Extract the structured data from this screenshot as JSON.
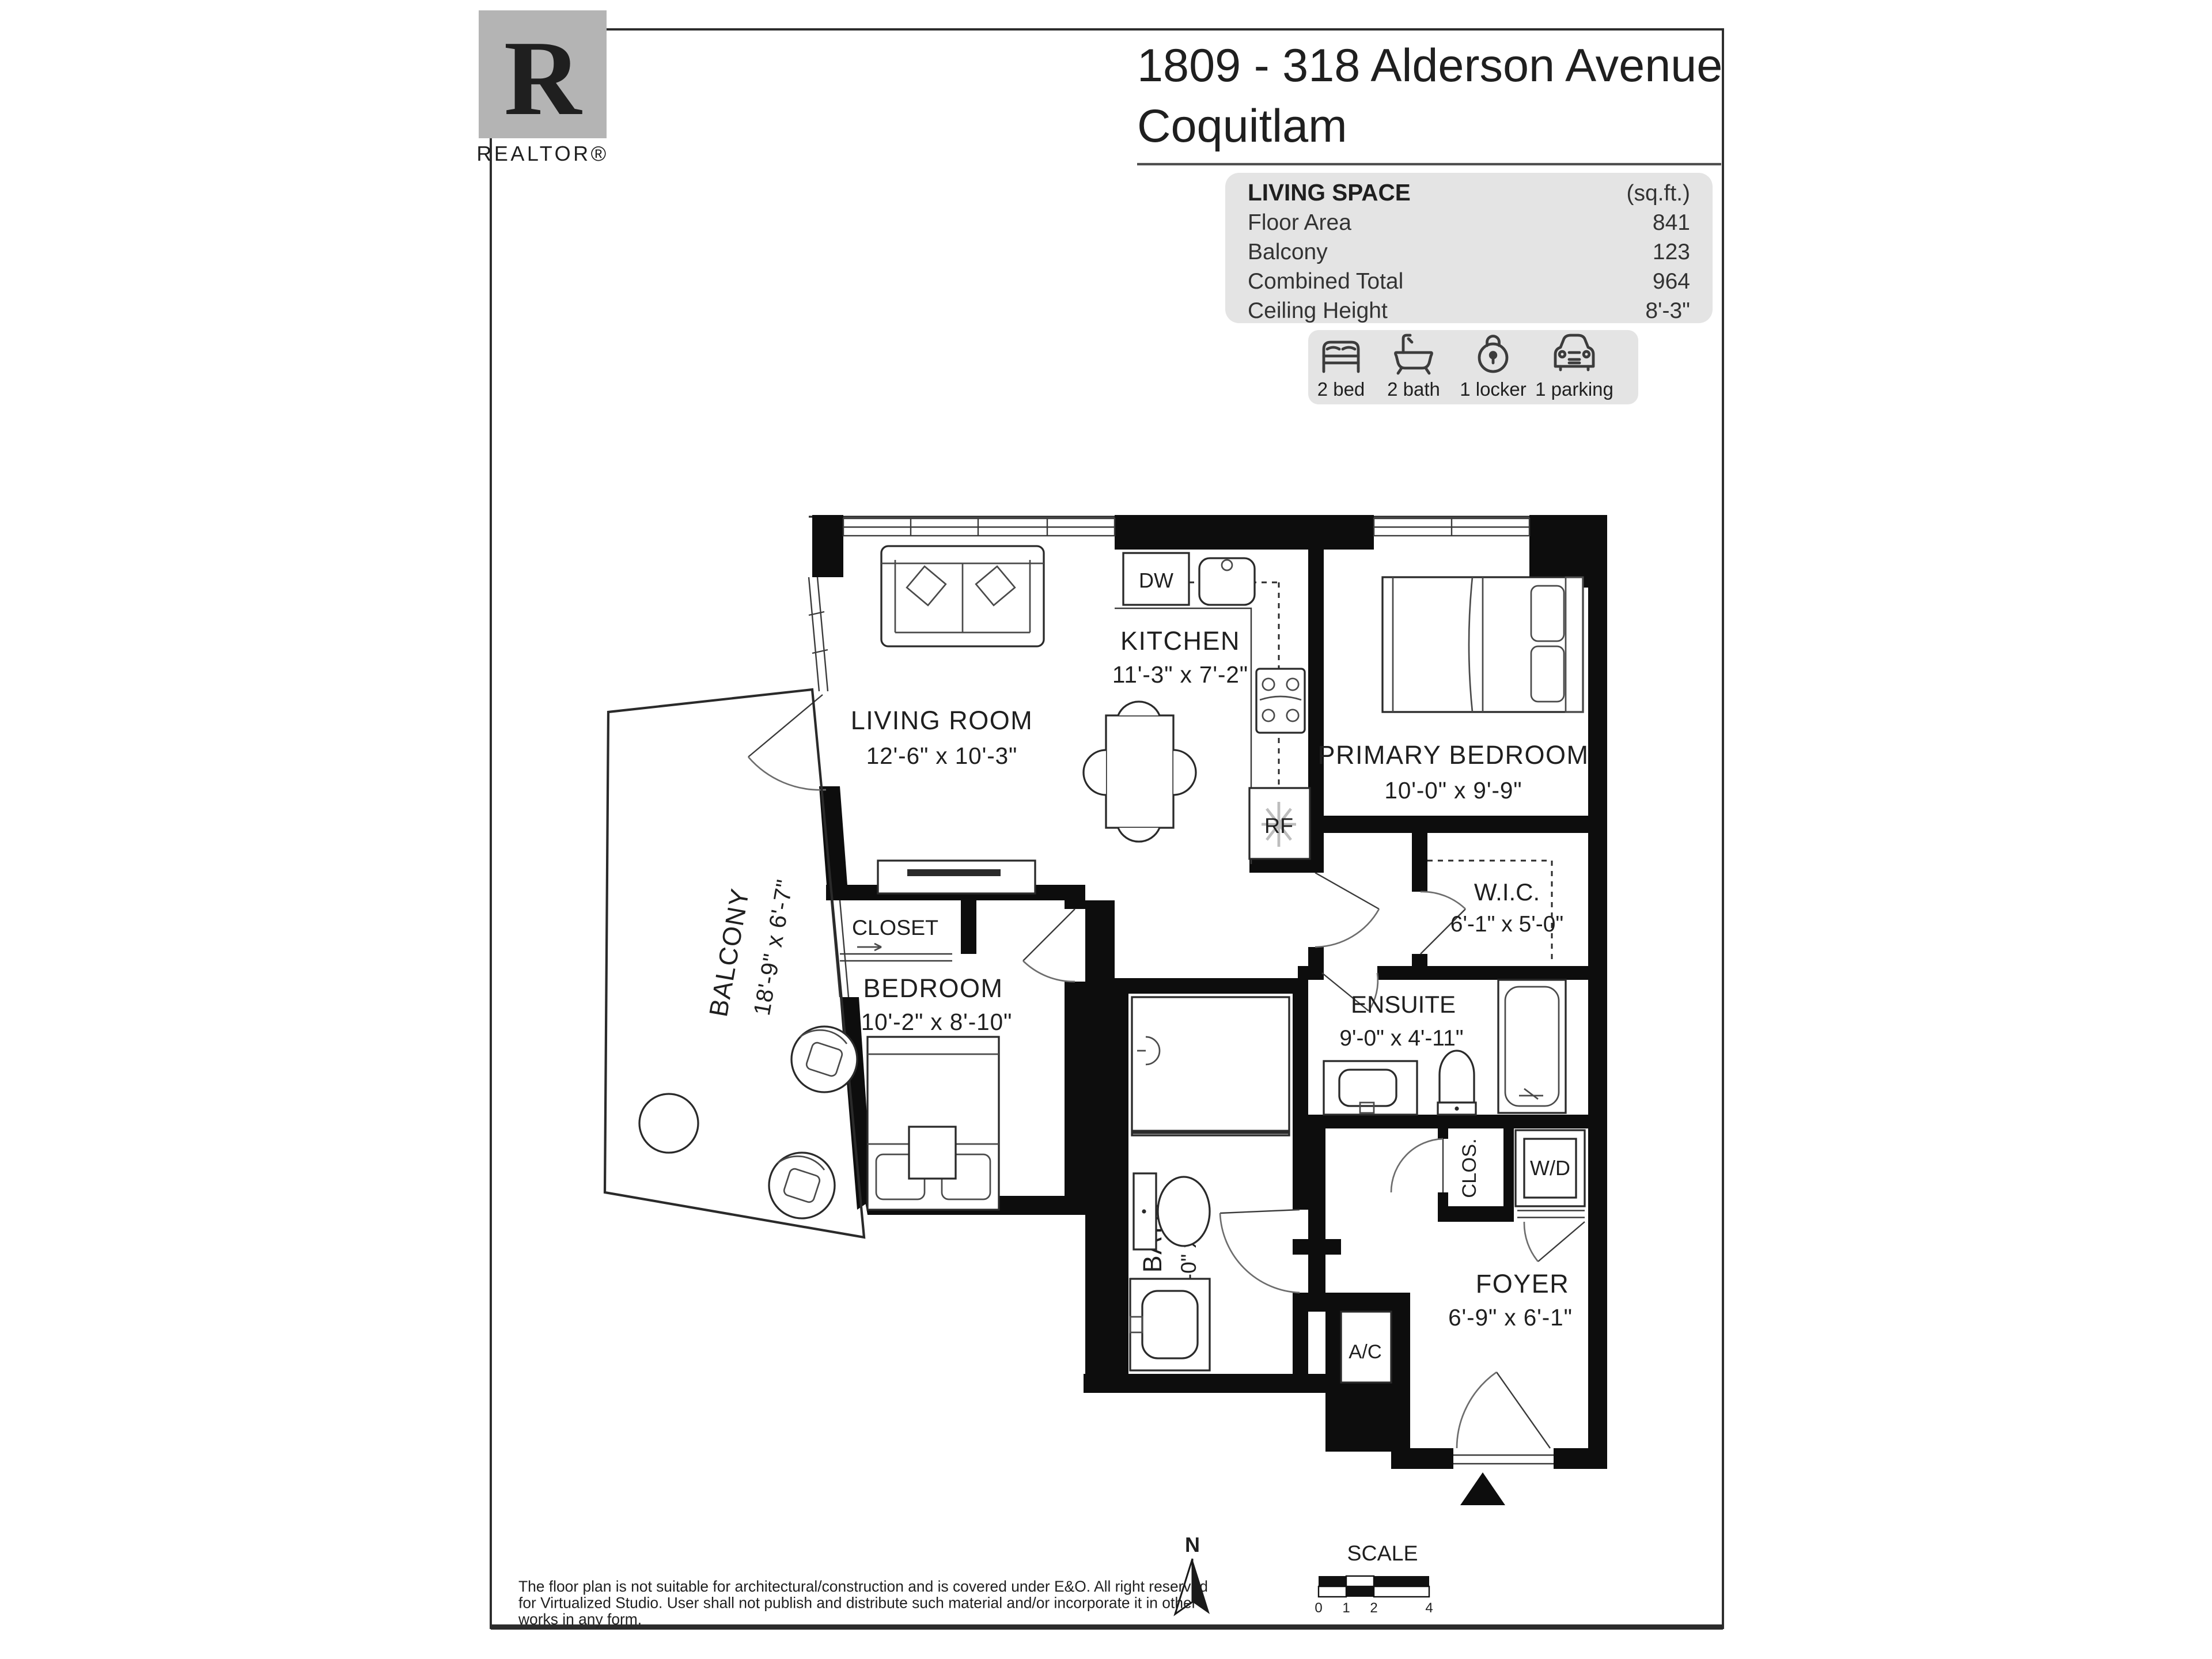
{
  "logo": {
    "letter": "R",
    "wordmark": "REALTOR®"
  },
  "header": {
    "line1": "1809 - 318 Alderson Avenue",
    "line2": "Coquitlam"
  },
  "living_space": {
    "title": "LIVING SPACE",
    "unit": "(sq.ft.)",
    "rows": [
      {
        "label": "Floor Area",
        "value": "841"
      },
      {
        "label": "Balcony",
        "value": "123"
      },
      {
        "label": "Combined Total",
        "value": "964"
      },
      {
        "label": "Ceiling Height",
        "value": "8'-3\""
      }
    ]
  },
  "features": {
    "bed": "2 bed",
    "bath": "2 bath",
    "locker": "1 locker",
    "parking": "1 parking"
  },
  "rooms": {
    "living_room": {
      "name": "LIVING ROOM",
      "dims": "12'-6\" x 10'-3\""
    },
    "kitchen": {
      "name": "KITCHEN",
      "dims": "11'-3\" x 7'-2\""
    },
    "primary_bedroom": {
      "name": "PRIMARY BEDROOM",
      "dims": "10'-0\" x 9'-9\""
    },
    "wic": {
      "name": "W.I.C.",
      "dims": "6'-1\" x 5'-0\""
    },
    "ensuite": {
      "name": "ENSUITE",
      "dims": "9'-0\" x 4'-11\""
    },
    "bedroom": {
      "name": "BEDROOM",
      "dims": "10'-2\" x 8'-10\""
    },
    "closet": {
      "name": "CLOSET"
    },
    "bath": {
      "name": "BATH",
      "dims": "8'-0\" x 4'-11\""
    },
    "balcony": {
      "name": "BALCONY",
      "dims": "18'-9\" x 6'-7\""
    },
    "foyer": {
      "name": "FOYER",
      "dims": "6'-9\" x 6'-1\""
    },
    "clos": {
      "name": "CLOS."
    }
  },
  "appliances": {
    "dw": "DW",
    "rf": "RF",
    "wd": "W/D",
    "ac": "A/C"
  },
  "footer": {
    "disclaimer1": "The floor plan is not suitable for architectural/construction and is covered under E&O. All right reserved",
    "disclaimer2": "for Virtualized Studio. User shall not publish and distribute such material and/or incorporate it in other",
    "disclaimer3": "works in any form.",
    "north": "N",
    "scale": "SCALE",
    "tick0": "0",
    "tick1": "1",
    "tick2": "2",
    "tick4": "4"
  },
  "colors": {
    "panel_gray": "#e4e4e4",
    "logo_gray": "#b4b4b4",
    "ink": "#0d0d0d"
  }
}
